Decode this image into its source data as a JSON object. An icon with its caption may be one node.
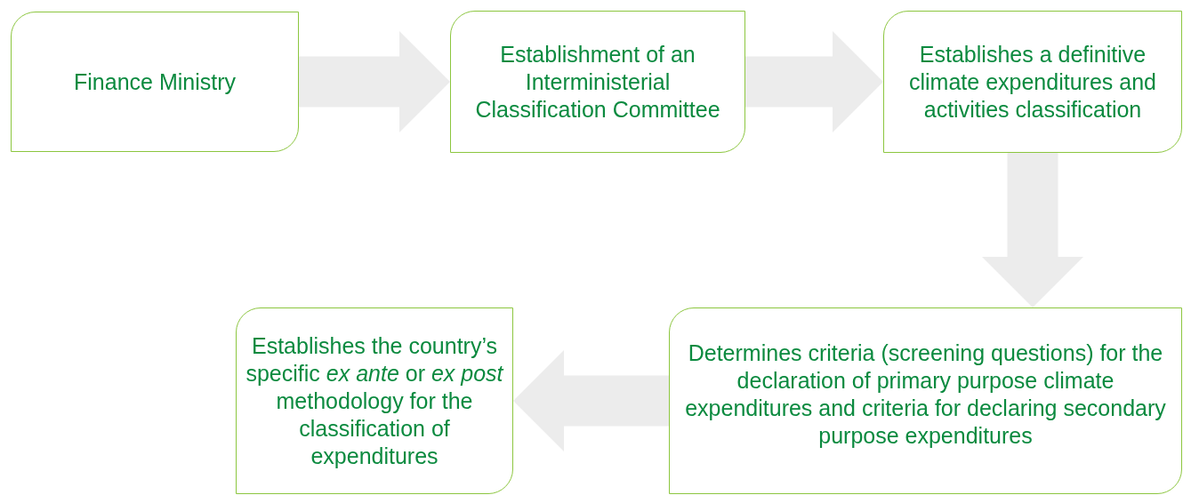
{
  "diagram": {
    "nodes": [
      {
        "text": [
          "Finance Ministry"
        ]
      },
      {
        "text": [
          "Establishment of an Interministerial Classification Committee"
        ]
      },
      {
        "text": [
          "Establishes a definitive climate expenditures and activities classification"
        ]
      },
      {
        "text": [
          "Determines criteria (screening questions) for the declaration of primary purpose climate expenditures and criteria for declaring secondary purpose expenditures"
        ]
      },
      {
        "text": [
          "Establishes the country’s specific *ex ante* or *ex post* methodology for the classification of expenditures"
        ]
      }
    ],
    "edges": [
      {
        "from": 0,
        "to": 1,
        "arrow": "to"
      },
      {
        "from": 1,
        "to": 2,
        "arrow": "to"
      },
      {
        "from": 2,
        "to": 3,
        "arrow": "to"
      },
      {
        "from": 3,
        "to": 4,
        "arrow": "to"
      }
    ]
  }
}
